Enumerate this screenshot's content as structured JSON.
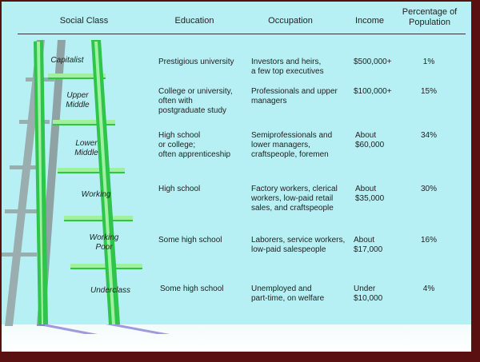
{
  "headers": {
    "social_class": "Social Class",
    "education": "Education",
    "occupation": "Occupation",
    "income": "Income",
    "percentage": "Percentage of\nPopulation"
  },
  "rows": [
    {
      "class": "Capitalist",
      "education": "Prestigious university",
      "occupation": "Investors and heirs,\na few top executives",
      "income": "$500,000+",
      "percentage": "1%"
    },
    {
      "class": "Upper\nMiddle",
      "education": "College or university,\noften with\npostgraduate study",
      "occupation": "Professionals and upper\nmanagers",
      "income": "$100,000+",
      "percentage": "15%"
    },
    {
      "class": "Lower\nMiddle",
      "education": "High school\nor college;\noften apprenticeship",
      "occupation": "Semiprofessionals and\nlower managers,\ncraftspeople, foremen",
      "income": "About\n$60,000",
      "percentage": "34%"
    },
    {
      "class": "Working",
      "education": "High school",
      "occupation": "Factory workers, clerical\nworkers, low-paid retail\nsales, and craftspeople",
      "income": "About\n$35,000",
      "percentage": "30%"
    },
    {
      "class": "Working\nPoor",
      "education": "Some high school",
      "occupation": "Laborers, service workers,\nlow-paid salespeople",
      "income": "About\n$17,000",
      "percentage": "16%"
    },
    {
      "class": "Underclass",
      "education": "Some high school",
      "occupation": "Unemployed and\npart-time, on welfare",
      "income": "Under\n$10,000",
      "percentage": "4%"
    }
  ],
  "colors": {
    "background": "#b6f0f4",
    "ladder_green": "#2fc44a",
    "ladder_light": "#9ff0a0",
    "back_ladder": "#9aaeb0",
    "frame": "#5a1010"
  }
}
